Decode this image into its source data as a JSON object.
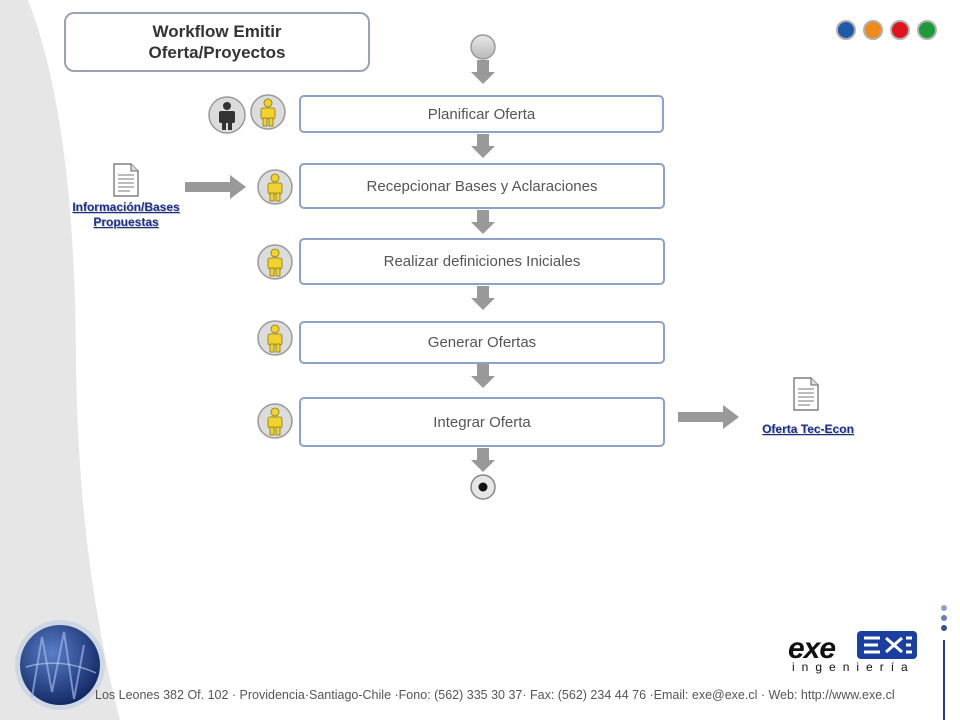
{
  "title": {
    "line1": "Workflow Emitir",
    "line2": "Oferta/Proyectos"
  },
  "header_dots": [
    {
      "name": "blue",
      "color": "#1f5aa8"
    },
    {
      "name": "orange",
      "color": "#f08a1c"
    },
    {
      "name": "red",
      "color": "#e0141e"
    },
    {
      "name": "green",
      "color": "#1f9a3a"
    }
  ],
  "steps": [
    {
      "label": "Planificar Oferta"
    },
    {
      "label": "Recepcionar Bases y Aclaraciones"
    },
    {
      "label": "Realizar definiciones Iniciales"
    },
    {
      "label": "Generar Ofertas"
    },
    {
      "label": "Integrar Oferta"
    }
  ],
  "input_document": {
    "line1": "Información/Bases",
    "line2": "Propuestas"
  },
  "output_document": {
    "label": "Oferta  Tec-Econ"
  },
  "footer": {
    "address": "Los Leones 382 Of. 102 · Providencia·Santiago-Chile ·Fono: (562) 335 30 37· Fax: (562) 234 44 76 ·Email: exe@exe.cl · Web: http://www.exe.cl"
  },
  "logo": {
    "word": "exe",
    "subtitle": "ingeniería"
  },
  "colors": {
    "step_border": "#8ea2c9",
    "doc_label": "#1a2f8a",
    "arrow": "#999999",
    "actor_yellow": "#f2d22e"
  }
}
